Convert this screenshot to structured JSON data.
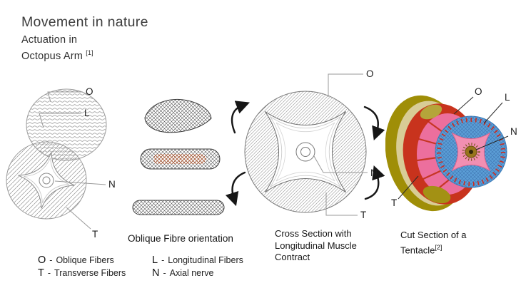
{
  "header": {
    "title": "Movement in nature",
    "subtitle_line1": "Actuation in",
    "subtitle_line2": "Octopus Arm",
    "subtitle_ref": "[1]"
  },
  "labels": {
    "o": "O",
    "l": "L",
    "n": "N",
    "t": "T"
  },
  "captions": {
    "oblique": "Oblique Fibre orientation",
    "cross_line1": "Cross Section with",
    "cross_line2": "Longitudinal Muscle",
    "cross_line3": "Contract",
    "tentacle_line1": "Cut Section of a",
    "tentacle_line2": "Tentacle",
    "tentacle_ref": "[2]"
  },
  "legend": {
    "items": [
      {
        "key": "O",
        "sep": "-",
        "label": "Oblique Fibers"
      },
      {
        "key": "L",
        "sep": "-",
        "label": "Longitudinal Fibers"
      },
      {
        "key": "T",
        "sep": "-",
        "label": "Transverse Fibers"
      },
      {
        "key": "N",
        "sep": "-",
        "label": "Axial nerve"
      }
    ]
  },
  "colors": {
    "red": "#c8331d",
    "pink": "#ec6f9d",
    "blue": "#5b9ed6",
    "olive": "#9f8e07",
    "ink": "#1a1a1a"
  }
}
